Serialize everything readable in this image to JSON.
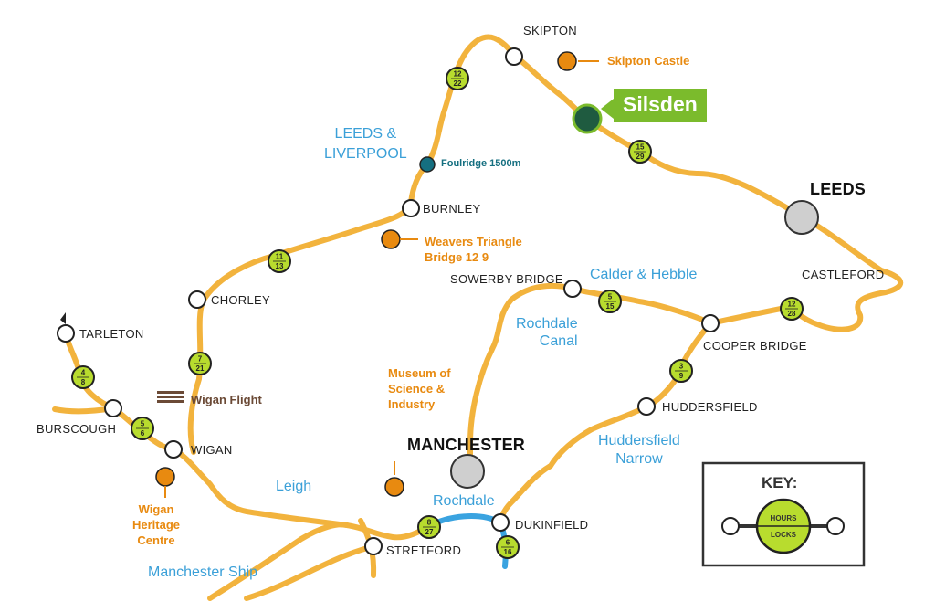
{
  "labels": {
    "skipton": "SKIPTON",
    "skipton_castle": "Skipton Castle",
    "silsden": "Silsden",
    "leeds_liverpool": "LEEDS &\nLIVERPOOL",
    "foulridge": "Foulridge 1500m",
    "burnley": "BURNLEY",
    "weavers": "Weavers Triangle\nBridge 12 9",
    "leeds": "LEEDS",
    "castleford": "CASTLEFORD",
    "sowerby_bridge": "SOWERBY BRIDGE",
    "calder_hebble": "Calder & Hebble",
    "rochdale_canal": "Rochdale\nCanal",
    "cooper_bridge": "COOPER BRIDGE",
    "chorley": "CHORLEY",
    "tarleton": "TARLETON",
    "wigan_flight": "Wigan Flight",
    "burscough": "BURSCOUGH",
    "wigan": "WIGAN",
    "wigan_heritage": "Wigan\nHeritage\nCentre",
    "museum": "Museum of\nScience &\nIndustry",
    "huddersfield": "HUDDERSFIELD",
    "huddersfield_narrow": "Huddersfield\nNarrow",
    "manchester": "MANCHESTER",
    "leigh": "Leigh",
    "rochdale": "Rochdale",
    "dukinfield": "DUKINFIELD",
    "stretford": "STRETFORD",
    "manchester_ship": "Manchester Ship"
  },
  "legs": [
    {
      "id": "skipton-burnley",
      "hours": "12",
      "locks": "22"
    },
    {
      "id": "silsden-leeds",
      "hours": "15",
      "locks": "29"
    },
    {
      "id": "burnley-chorley",
      "hours": "11",
      "locks": "13"
    },
    {
      "id": "chorley-wigan",
      "hours": "7",
      "locks": "21"
    },
    {
      "id": "tarleton-burscough",
      "hours": "4",
      "locks": "8"
    },
    {
      "id": "burscough-wigan",
      "hours": "5",
      "locks": "6"
    },
    {
      "id": "sowerby-cooper",
      "hours": "5",
      "locks": "15"
    },
    {
      "id": "cooper-castleford",
      "hours": "12",
      "locks": "28"
    },
    {
      "id": "huddersfield-cooper",
      "hours": "3",
      "locks": "9"
    },
    {
      "id": "stretford-manchester",
      "hours": "8",
      "locks": "27"
    },
    {
      "id": "dukinfield-south",
      "hours": "6",
      "locks": "16"
    }
  ],
  "key": {
    "title": "KEY:",
    "hours": "HOURS",
    "locks": "LOCKS"
  },
  "colors": {
    "canal_route": "#f2b33d",
    "river_blue": "#3aa3e0",
    "hours_locks_fill": "#b8dc2e",
    "silsden_green": "#7bbb2c",
    "silsden_marker": "#1f5b40",
    "attraction_orange": "#e88a10",
    "town_text": "#222222",
    "waterway_label": "#3ba0d8",
    "foulridge_teal": "#156f80",
    "key_border": "#333333"
  }
}
